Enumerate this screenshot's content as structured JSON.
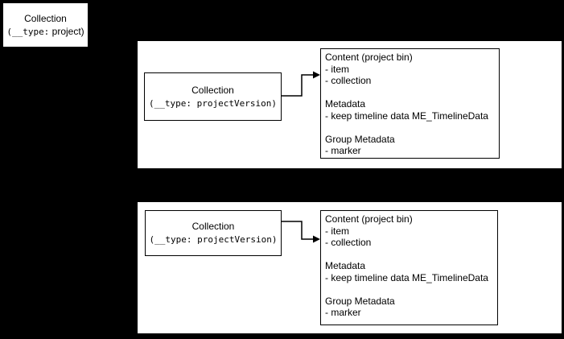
{
  "colors": {
    "background": "#000000",
    "node_fill": "#ffffff",
    "node_border": "#000000",
    "text": "#000000",
    "arrow": "#000000"
  },
  "project_box": {
    "title": "Collection",
    "type_open_mono": "(__type:",
    "type_rest": " project)"
  },
  "panels": [
    {
      "collection_box": {
        "title": "Collection",
        "type_open_mono": "(__type: projectVersion)",
        "type_rest": ""
      },
      "content_box": {
        "lines": {
          "0": "Content (project bin)",
          "1": "- item",
          "2": "- collection",
          "3": "",
          "4": "Metadata",
          "5": "- keep timeline data ME_TimelineData",
          "6": "",
          "7": "Group Metadata",
          "8": "- marker"
        }
      }
    },
    {
      "collection_box": {
        "title": "Collection",
        "type_open_mono": "(__type: projectVersion)",
        "type_rest": ""
      },
      "content_box": {
        "lines": {
          "0": "Content (project bin)",
          "1": "- item",
          "2": "- collection",
          "3": "",
          "4": "Metadata",
          "5": "- keep timeline data ME_TimelineData",
          "6": "",
          "7": "Group Metadata",
          "8": "- marker"
        }
      }
    }
  ]
}
